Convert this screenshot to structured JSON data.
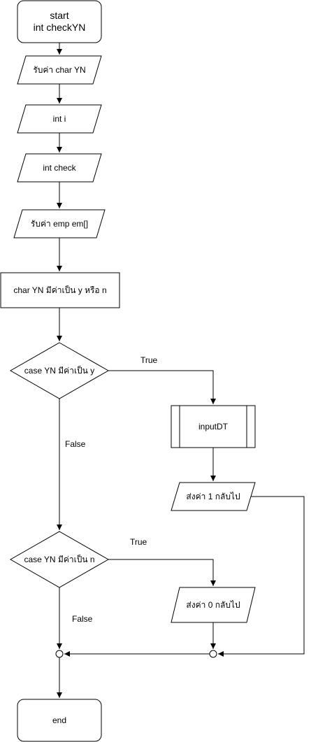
{
  "nodes": {
    "start": {
      "line1": "start",
      "line2": "int checkYN"
    },
    "input_yn": "รับค่า char YN",
    "int_i": "int i",
    "int_check": "int check",
    "input_emp": "รับค่า emp em[]",
    "char_yn": "char YN มีค่าเป็น y หรือ n",
    "case_y": "case YN มีค่าเป็น y",
    "input_dt": "inputDT",
    "return_1": "ส่งค่า 1 กลับไป",
    "case_n": "case YN มีค่าเป็น n",
    "return_0": "ส่งค่า 0 กลับไป",
    "end": "end"
  },
  "edges": {
    "case_y_true": "True",
    "case_y_false": "False",
    "case_n_true": "True",
    "case_n_false": "False"
  }
}
